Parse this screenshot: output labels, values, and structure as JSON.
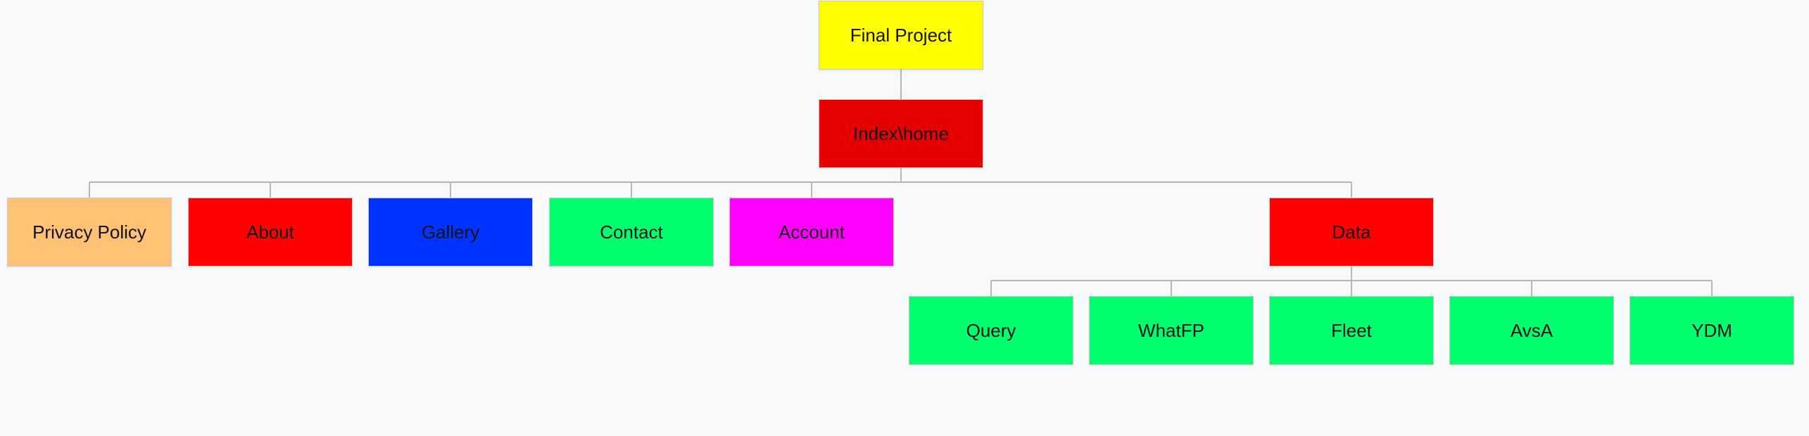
{
  "diagram": {
    "nodes": [
      {
        "id": "final-project",
        "label": "Final Project",
        "color": "#ffff00",
        "parent": null
      },
      {
        "id": "index-home",
        "label": "Index\\home",
        "color": "#e60000",
        "parent": "final-project"
      },
      {
        "id": "privacy-policy",
        "label": "Privacy Policy",
        "color": "#ffc174",
        "parent": "index-home"
      },
      {
        "id": "about",
        "label": "About",
        "color": "#ff0000",
        "parent": "index-home"
      },
      {
        "id": "gallery",
        "label": "Gallery",
        "color": "#0033ff",
        "parent": "index-home"
      },
      {
        "id": "contact",
        "label": "Contact",
        "color": "#00ff6e",
        "parent": "index-home"
      },
      {
        "id": "account",
        "label": "Account",
        "color": "#ff00ff",
        "parent": "index-home"
      },
      {
        "id": "data",
        "label": "Data",
        "color": "#ff0000",
        "parent": "index-home"
      },
      {
        "id": "query",
        "label": "Query",
        "color": "#00ff6e",
        "parent": "data"
      },
      {
        "id": "whatfp",
        "label": "WhatFP",
        "color": "#00ff6e",
        "parent": "data"
      },
      {
        "id": "fleet",
        "label": "Fleet",
        "color": "#00ff6e",
        "parent": "data"
      },
      {
        "id": "avsa",
        "label": "AvsA",
        "color": "#00ff6e",
        "parent": "data"
      },
      {
        "id": "ydm",
        "label": "YDM",
        "color": "#00ff6e",
        "parent": "data"
      }
    ],
    "connector_color": "#b8b8b8",
    "background_color": "#f8f9fb"
  }
}
